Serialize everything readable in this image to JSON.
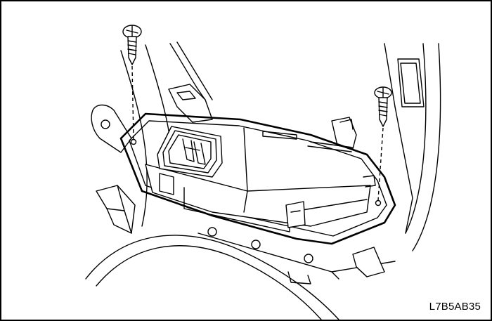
{
  "figure": {
    "code": "L7B5AB35"
  },
  "parts": {
    "screw_left": "screw-icon",
    "screw_right": "screw-icon",
    "module": "control-module",
    "connector": "connector-socket",
    "trim_panel": "console-trim-panel"
  }
}
